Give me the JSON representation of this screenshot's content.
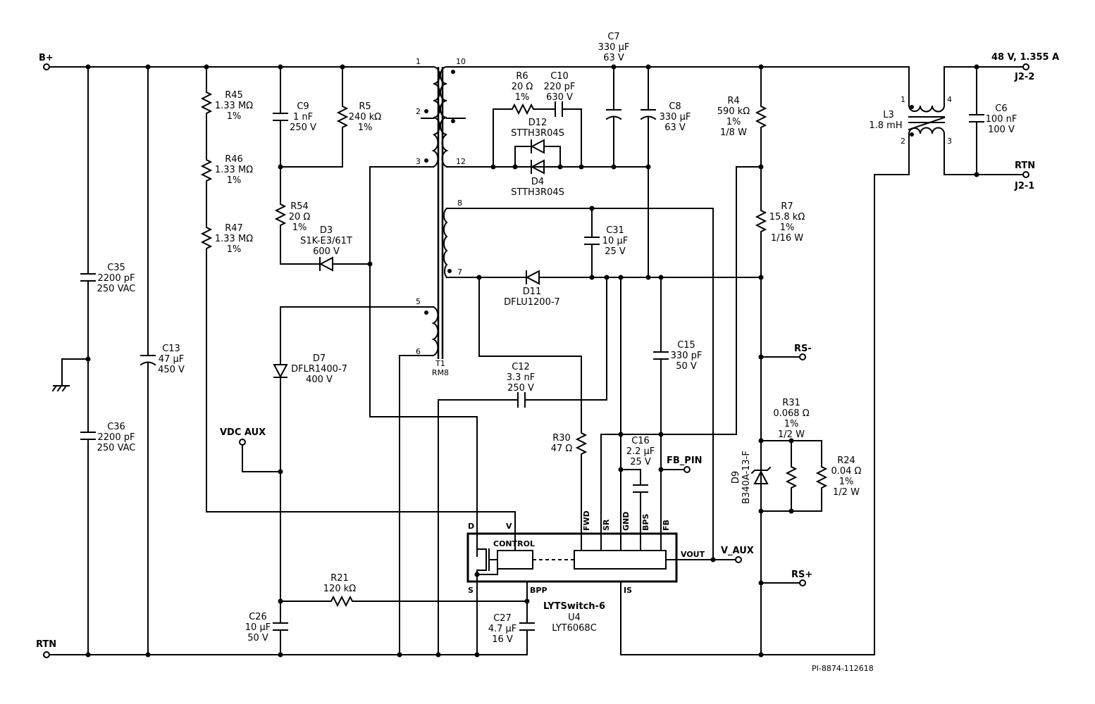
{
  "nets": {
    "b_plus": "B+",
    "rtn": "RTN",
    "out_48v": "48 V, 1.355 A",
    "j2_2": "J2-2",
    "rtn_out": "RTN",
    "j2_1": "J2-1",
    "vdc_aux": "VDC AUX",
    "fb_pin": "FB_PIN",
    "v_aux": "V_AUX",
    "rs_minus": "RS-",
    "rs_plus": "RS+"
  },
  "components": {
    "c35": [
      "C35",
      "2200 pF",
      "250 VAC"
    ],
    "c36": [
      "C36",
      "2200 pF",
      "250 VAC"
    ],
    "c13": [
      "C13",
      "47 µF",
      "450 V"
    ],
    "r45": [
      "R45",
      "1.33 MΩ",
      "1%"
    ],
    "r46": [
      "R46",
      "1.33 MΩ",
      "1%"
    ],
    "r47": [
      "R47",
      "1.33 MΩ",
      "1%"
    ],
    "c9": [
      "C9",
      "1 nF",
      "250 V"
    ],
    "r5": [
      "R5",
      "240 kΩ",
      "1%"
    ],
    "r54": [
      "R54",
      "20 Ω",
      "1%"
    ],
    "d3": [
      "D3",
      "S1K-E3/61T",
      "600 V"
    ],
    "d7": [
      "D7",
      "DFLR1400-7",
      "400 V"
    ],
    "c26": [
      "C26",
      "10 µF",
      "50 V"
    ],
    "r21": [
      "R21",
      "120 kΩ"
    ],
    "c27": [
      "C27",
      "4.7 µF",
      "16 V"
    ],
    "c7": [
      "C7",
      "330 µF",
      "63 V"
    ],
    "c8": [
      "C8",
      "330 µF",
      "63 V"
    ],
    "r6": [
      "R6",
      "20 Ω",
      "1%"
    ],
    "c10": [
      "C10",
      "220 pF",
      "630 V"
    ],
    "d12": [
      "D12",
      "STTH3R04S"
    ],
    "d4": [
      "D4",
      "STTH3R04S"
    ],
    "c31": [
      "C31",
      "10 µF",
      "25 V"
    ],
    "d11": [
      "D11",
      "DFLU1200-7"
    ],
    "c12": [
      "C12",
      "3.3 nF",
      "250 V"
    ],
    "c15": [
      "C15",
      "330 pF",
      "50 V"
    ],
    "r30": [
      "R30",
      "47 Ω"
    ],
    "c16": [
      "C16",
      "2.2 µF",
      "25 V"
    ],
    "r4": [
      "R4",
      "590 kΩ",
      "1%",
      "1/8 W"
    ],
    "r7": [
      "R7",
      "15.8 kΩ",
      "1%",
      "1/16 W"
    ],
    "r31": [
      "R31",
      "0.068 Ω",
      "1%",
      "1/2 W"
    ],
    "r24": [
      "R24",
      "0.04 Ω",
      "1%",
      "1/2 W"
    ],
    "d9": [
      "D9",
      "B340A-13-F"
    ],
    "l3": [
      "L3",
      "1.8 mH"
    ],
    "c6": [
      "C6",
      "100 nF",
      "100 V"
    ],
    "t1": [
      "T1",
      "RM8"
    ]
  },
  "transformer_pins": {
    "p1": "1",
    "p2": "2",
    "p3": "3",
    "p5": "5",
    "p6": "6",
    "p10": "10",
    "p12": "12",
    "p8": "8",
    "p7": "7"
  },
  "l3_pins": {
    "p1": "1",
    "p2": "2",
    "p3": "3",
    "p4": "4"
  },
  "ic": {
    "name": "LYTSwitch-6",
    "ref": "U4",
    "part": "LYT6068C",
    "control_label": "CONTROL",
    "pins": {
      "d": "D",
      "v": "V",
      "s": "S",
      "bpp": "BPP",
      "fwd": "FWD",
      "sr": "SR",
      "gnd": "GND",
      "bps": "BPS",
      "fb": "FB",
      "vout": "VOUT",
      "is": "IS"
    }
  },
  "drawing_id": "PI-8874-112618"
}
